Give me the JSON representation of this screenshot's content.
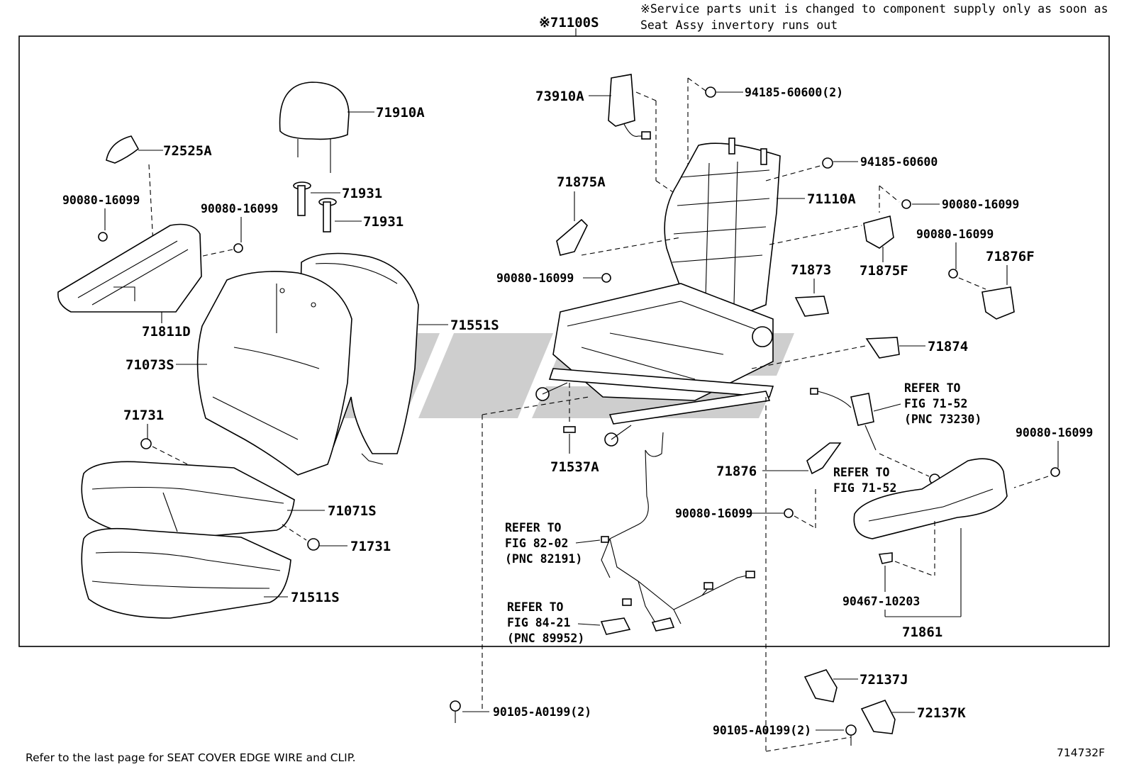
{
  "header": {
    "assembly_label": "※71100S",
    "service_note_line1": "※Service parts unit is changed to component supply only as soon as",
    "service_note_line2": "Seat Assy invertory runs out"
  },
  "labels": {
    "p71910A": "71910A",
    "p72525A": "72525A",
    "p71931a": "71931",
    "p71931b": "71931",
    "p90080_a": "90080-16099",
    "p90080_b": "90080-16099",
    "p71811D": "71811D",
    "p71551S": "71551S",
    "p71073S": "71073S",
    "p71731a": "71731",
    "p71071S": "71071S",
    "p71731b": "71731",
    "p71511S": "71511S",
    "p73910A": "73910A",
    "p94185_2": "94185-60600(2)",
    "p94185": "94185-60600",
    "p71110A": "71110A",
    "p90080_c": "90080-16099",
    "p71875A": "71875A",
    "p90080_d": "90080-16099",
    "p90080_e": "90080-16099",
    "p71875F": "71875F",
    "p71873": "71873",
    "p71876F": "71876F",
    "p71874": "71874",
    "ref_7152_a_1": "REFER TO",
    "ref_7152_a_2": "FIG 71-52",
    "ref_7152_a_3": "(PNC 73230)",
    "p90080_f": "90080-16099",
    "p71537A": "71537A",
    "p71876": "71876",
    "ref_7152_b_1": "REFER TO",
    "ref_7152_b_2": "FIG 71-52",
    "p90080_g": "90080-16099",
    "ref_8202_1": "REFER TO",
    "ref_8202_2": "FIG 82-02",
    "ref_8202_3": "(PNC 82191)",
    "ref_8421_1": "REFER TO",
    "ref_8421_2": "FIG 84-21",
    "ref_8421_3": "(PNC 89952)",
    "p90467": "90467-10203",
    "p71861": "71861",
    "p72137J": "72137J",
    "p72137K": "72137K",
    "p90105_a": "90105-A0199(2)",
    "p90105_b": "90105-A0199(2)"
  },
  "footer": {
    "note": "Refer to the last page for SEAT COVER EDGE WIRE and CLIP.",
    "figure_id": "714732F"
  }
}
